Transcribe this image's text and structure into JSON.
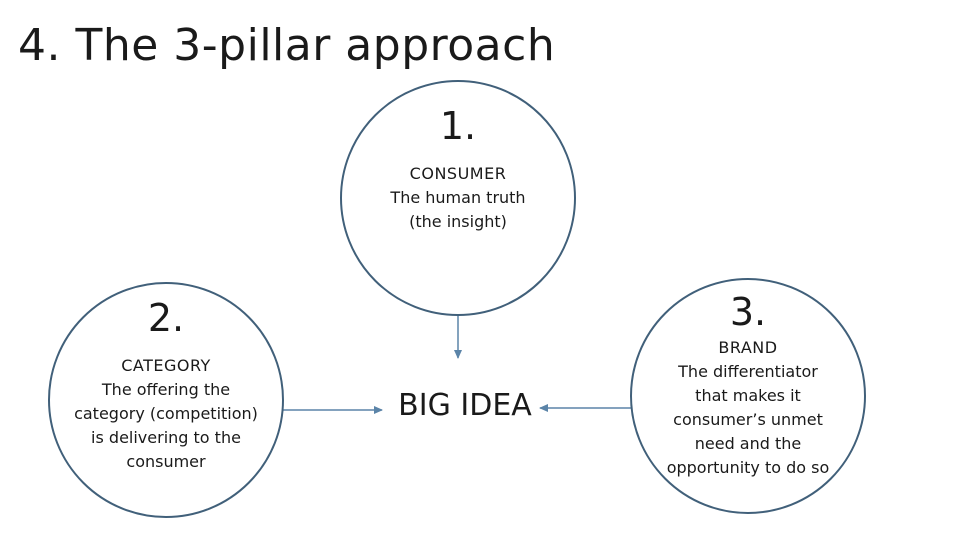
{
  "slide": {
    "title": "4. The 3-pillar approach"
  },
  "pillars": [
    {
      "number": "1.",
      "heading": "CONSUMER",
      "lines": [
        "The human truth",
        "(the insight)"
      ]
    },
    {
      "number": "2.",
      "heading": "CATEGORY",
      "lines": [
        "The offering the",
        "category (competition)",
        "is delivering to the",
        "consumer"
      ]
    },
    {
      "number": "3.",
      "heading": "BRAND",
      "lines": [
        "The differentiator",
        "that makes it",
        "consumer’s unmet",
        "need and the",
        "opportunity to do so"
      ]
    }
  ],
  "center": {
    "label": "BIG IDEA"
  },
  "colors": {
    "circle_stroke": "#41607a",
    "arrow": "#5b84a8"
  }
}
